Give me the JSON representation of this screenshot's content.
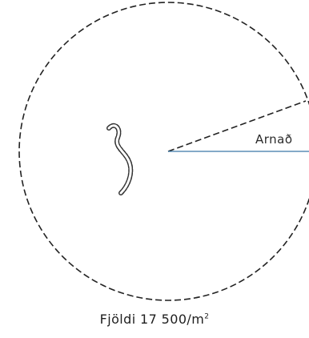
{
  "diagram": {
    "sector_label": "Arnað",
    "caption_prefix": "Fjöldi 17 500/m",
    "caption_exponent": "2",
    "colors": {
      "circle_stroke": "#222222",
      "dashed_radius": "#222222",
      "solid_radius": "#3a78a8",
      "worm_stroke": "#333333",
      "background": "#ffffff"
    }
  }
}
